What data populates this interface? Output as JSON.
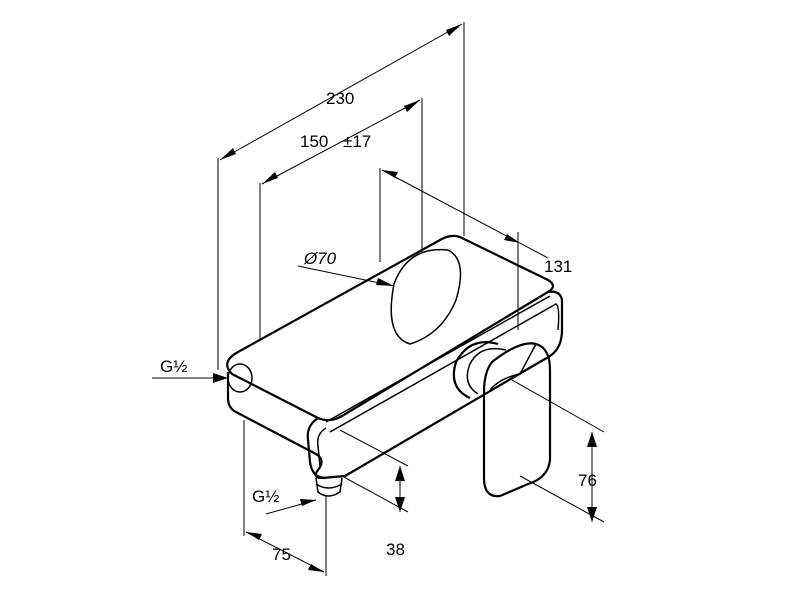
{
  "dimensions": {
    "total_length": "230",
    "spacing": "150",
    "spacing_tolerance": "±17",
    "depth": "131",
    "diameter": "Ø70",
    "inlet_left": "G½",
    "inlet_bottom": "G½",
    "outlet_offset": "75",
    "outlet_height": "38",
    "lever_height": "76"
  },
  "colors": {
    "line": "#000000",
    "background": "#ffffff"
  }
}
